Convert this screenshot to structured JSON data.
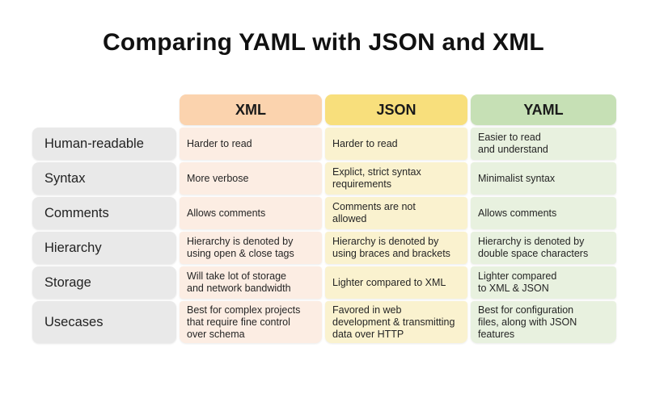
{
  "title": "Comparing YAML with JSON and XML",
  "palette": {
    "xml_header": "#FBD3AE",
    "json_header": "#F8DF7C",
    "yaml_header": "#C6E0B5",
    "xml_cell": "#FCEDE3",
    "json_cell": "#FAF2CF",
    "yaml_cell": "#E8F1DF",
    "row_label_bg": "#E9E9E9",
    "text": "#1E1E1E",
    "background": "#FFFFFF"
  },
  "table": {
    "columns": [
      "XML",
      "JSON",
      "YAML"
    ],
    "rows": [
      {
        "label": "Human-readable",
        "cells": [
          "Harder to read",
          "Harder to read",
          "Easier to read\nand understand"
        ]
      },
      {
        "label": "Syntax",
        "cells": [
          "More verbose",
          "Explict, strict syntax\nrequirements",
          "Minimalist syntax"
        ]
      },
      {
        "label": "Comments",
        "cells": [
          "Allows comments",
          "Comments are not\nallowed",
          "Allows comments"
        ]
      },
      {
        "label": "Hierarchy",
        "cells": [
          "Hierarchy is denoted by\nusing open & close tags",
          "Hierarchy is denoted by\nusing braces and brackets",
          "Hierarchy is denoted by\ndouble space characters"
        ]
      },
      {
        "label": "Storage",
        "cells": [
          "Will take lot of storage\nand network bandwidth",
          "Lighter compared to XML",
          "Lighter compared\nto XML & JSON"
        ]
      },
      {
        "label": "Usecases",
        "cells": [
          "Best for complex projects\nthat require fine control\nover schema",
          "Favored in web\ndevelopment & transmitting\ndata over HTTP",
          "Best for configuration\nfiles, along with JSON\nfeatures"
        ]
      }
    ]
  },
  "chart_data": {
    "type": "table",
    "title": "Comparing YAML with JSON and XML",
    "columns": [
      "",
      "XML",
      "JSON",
      "YAML"
    ],
    "rows": [
      [
        "Human-readable",
        "Harder to read",
        "Harder to read",
        "Easier to read and understand"
      ],
      [
        "Syntax",
        "More verbose",
        "Explict, strict syntax requirements",
        "Minimalist syntax"
      ],
      [
        "Comments",
        "Allows comments",
        "Comments are not allowed",
        "Allows comments"
      ],
      [
        "Hierarchy",
        "Hierarchy is denoted by using open & close tags",
        "Hierarchy is denoted by using braces and brackets",
        "Hierarchy is denoted by double space characters"
      ],
      [
        "Storage",
        "Will take lot of storage and network bandwidth",
        "Lighter compared to XML",
        "Lighter compared to XML & JSON"
      ],
      [
        "Usecases",
        "Best for complex projects that require fine control over schema",
        "Favored in web development & transmitting data over HTTP",
        "Best for configuration files, along with JSON features"
      ]
    ]
  }
}
